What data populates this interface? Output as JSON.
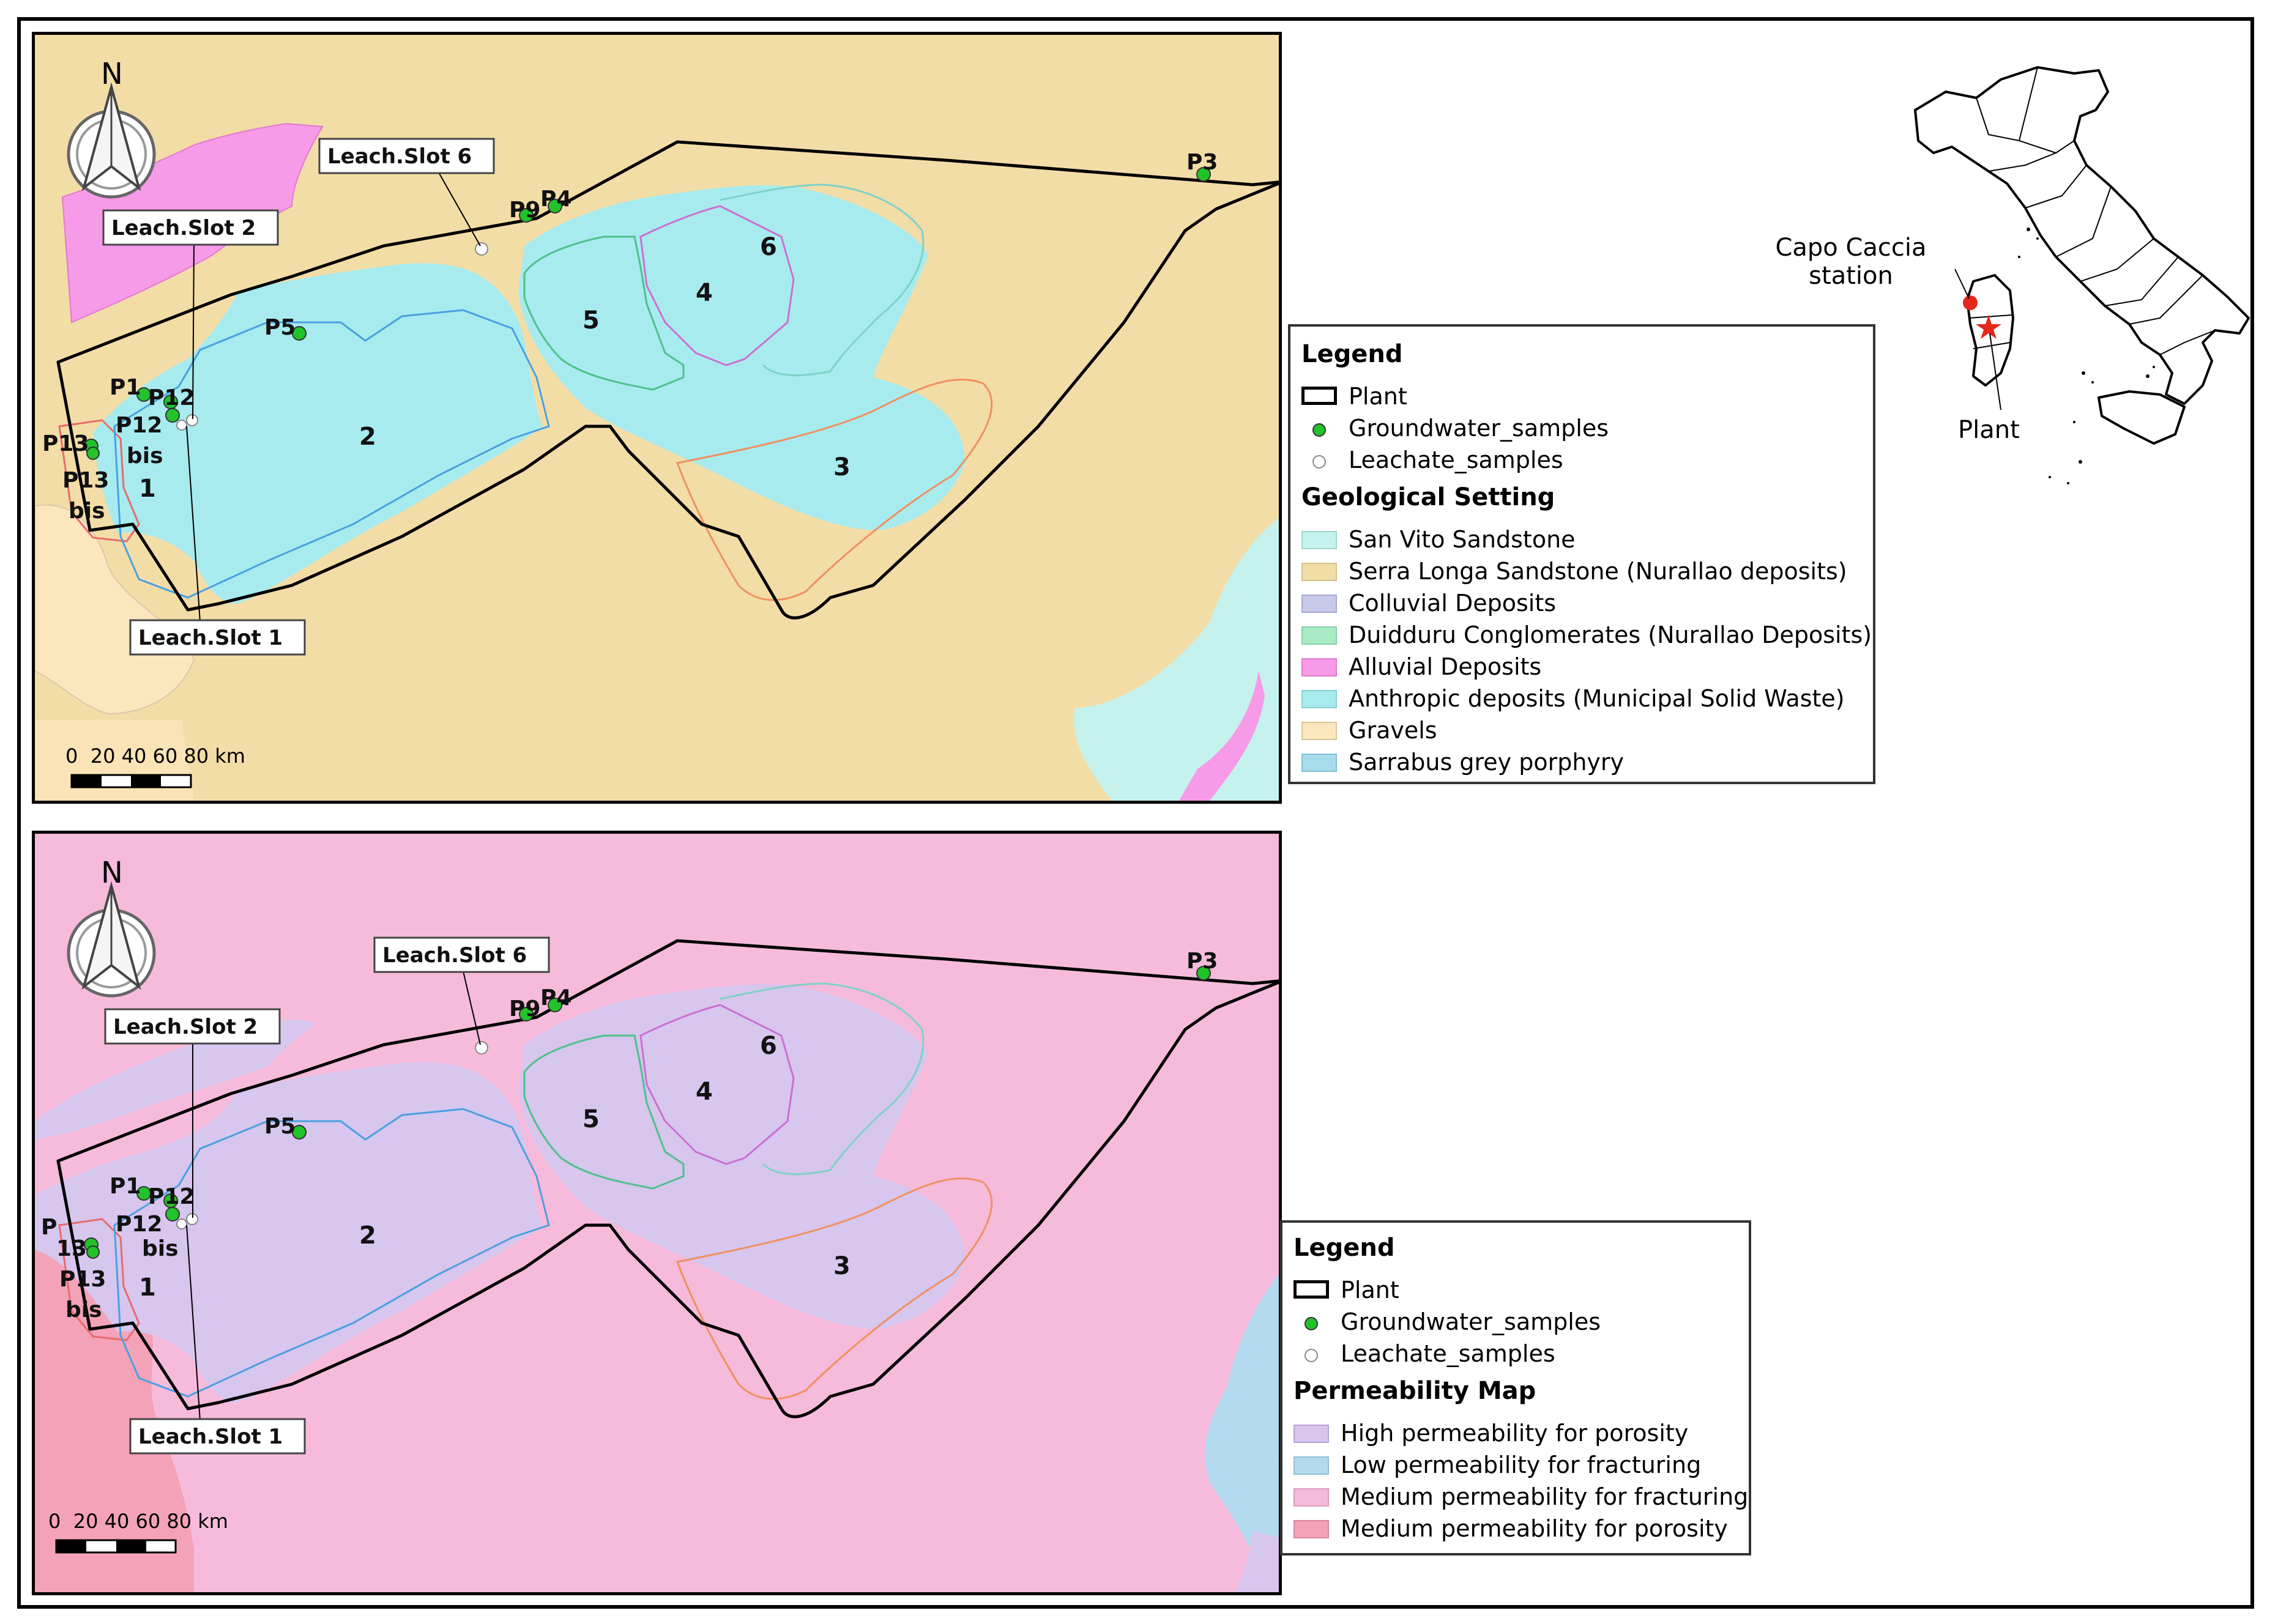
{
  "colors": {
    "san_vito": "#c6f2ee",
    "serra_longa": "#f3dda7",
    "colluvial": "#c9c9ea",
    "duidduru": "#a9ebc5",
    "alluvial": "#f79ae8",
    "anthropic": "#a7ebef",
    "gravels": "#fbe6bd",
    "sarrabus": "#a6dcec",
    "high_porosity": "#d7c6ee",
    "low_fracturing": "#b3daee",
    "medium_fracturing": "#f6bbdb",
    "medium_porosity": "#f4a2b8",
    "groundwater": "#22c22a",
    "plant_outline": "#000000"
  },
  "maps": {
    "north_label": "N",
    "scale_label": "0  20 40 60 80 km",
    "slots": [
      "1",
      "2",
      "3",
      "4",
      "5",
      "6"
    ],
    "callouts": {
      "slot6": "Leach.Slot 6",
      "slot2": "Leach.Slot 2",
      "slot1": "Leach.Slot 1"
    },
    "wells_top": {
      "p3": "P3",
      "p9": "P9",
      "p4": "P4",
      "p5": "P5",
      "p1": "P1",
      "p12": "P12",
      "p12bis_a": "P12",
      "p12bis_b": "bis",
      "p13": "P13",
      "p13bis_a": "P13",
      "p13bis_b": "bis"
    },
    "wells_bottom": {
      "p3": "P3",
      "p9": "P9",
      "p4": "P4",
      "p5": "P5",
      "p1": "P1",
      "p12": "P12",
      "p12bis_a": "P12",
      "p12bis_b": "bis",
      "p13_a": "P",
      "p13_b": "13",
      "p13bis_a": "P13",
      "p13bis_b": "bis"
    }
  },
  "legend_top": {
    "title": "Legend",
    "plant": "Plant",
    "groundwater": "Groundwater_samples",
    "leachate": "Leachate_samples",
    "section": "Geological Setting",
    "items": [
      "San Vito Sandstone",
      "Serra Longa Sandstone (Nurallao deposits)",
      "Colluvial Deposits",
      "Duidduru Conglomerates (Nurallao Deposits)",
      "Alluvial Deposits",
      "Anthropic deposits (Municipal Solid Waste)",
      "Gravels",
      "Sarrabus grey porphyry"
    ]
  },
  "legend_bottom": {
    "title": "Legend",
    "plant": "Plant",
    "groundwater": "Groundwater_samples",
    "leachate": "Leachate_samples",
    "section": "Permeability Map",
    "items": [
      "High permeability for porosity",
      "Low permeability for fracturing",
      "Medium permeability for fracturing",
      "Medium permeability for porosity"
    ]
  },
  "inset": {
    "station_line1": "Capo Caccia",
    "station_line2": "station",
    "plant": "Plant",
    "station_color": "#e3271c",
    "plant_color": "#e3271c"
  }
}
